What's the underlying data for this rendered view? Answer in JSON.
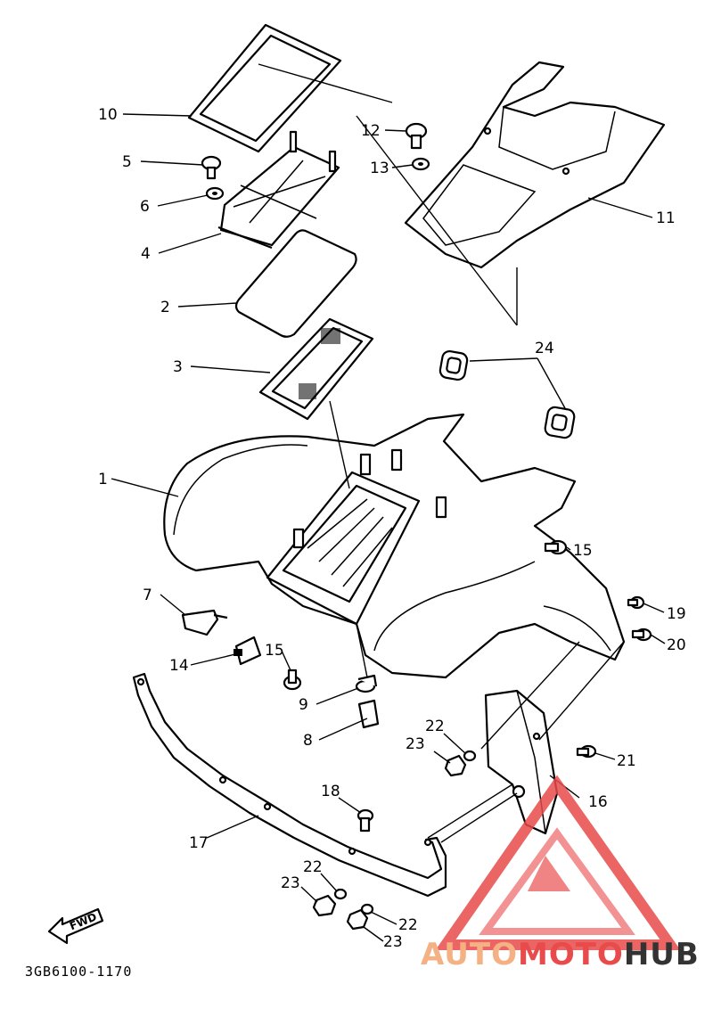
{
  "diagram": {
    "drawing_code": "3GB6100-1170",
    "fwd_label": "FWD",
    "callouts": {
      "c1": "1",
      "c2": "2",
      "c3": "3",
      "c4": "4",
      "c5": "5",
      "c6": "6",
      "c7": "7",
      "c8": "8",
      "c9": "9",
      "c10": "10",
      "c11": "11",
      "c12": "12",
      "c13": "13",
      "c14": "14",
      "c15a": "15",
      "c15b": "15",
      "c16": "16",
      "c17": "17",
      "c18": "18",
      "c19": "19",
      "c20": "20",
      "c21": "21",
      "c22a": "22",
      "c22b": "22",
      "c22c": "22",
      "c23a": "23",
      "c23b": "23",
      "c23c": "23",
      "c24": "24"
    }
  },
  "watermark": {
    "word_part1": "AUTO",
    "word_part2": "MOTO",
    "word_part3": "HUB",
    "color_primary": "#e84b4b",
    "color_secondary": "#f4b183",
    "color_dark": "#333333"
  }
}
